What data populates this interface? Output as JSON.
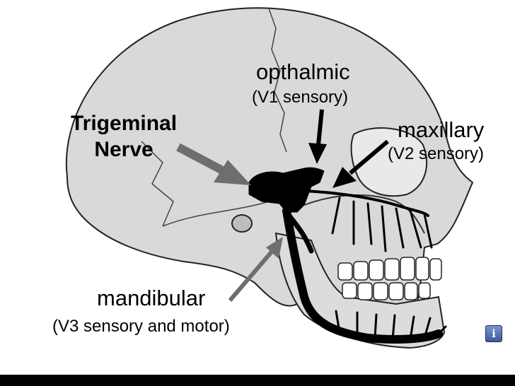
{
  "labels": {
    "trigeminal_line1": "Trigeminal",
    "trigeminal_line2": "Nerve",
    "ophthalmic": "opthalmic",
    "ophthalmic_sub": "(V1 sensory)",
    "maxillary": "maxillary",
    "maxillary_sub": "(V2 sensory)",
    "mandibular": "mandibular",
    "mandibular_sub": "(V3 sensory and motor)"
  },
  "colors": {
    "skull_fill": "#d9d9d9",
    "outline": "#222222",
    "nerve": "#000000",
    "arrow": "#6e6e6e",
    "info_button": "#4a66aa"
  },
  "icons": {
    "info_button": "info-icon"
  }
}
